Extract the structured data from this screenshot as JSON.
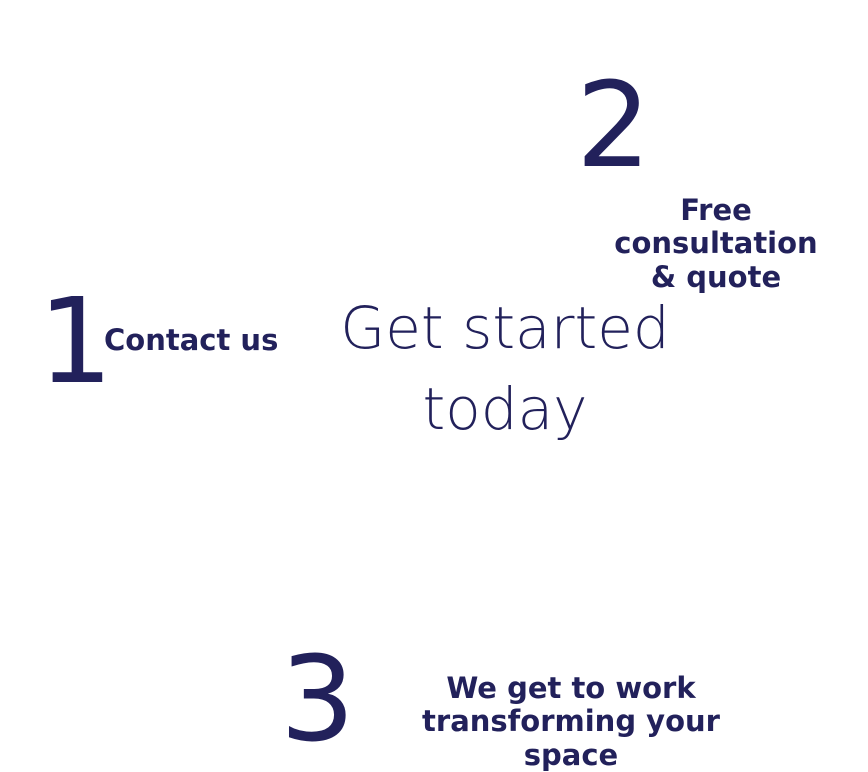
{
  "steps": [
    {
      "number": "1",
      "label_lines": [
        "Contact us"
      ]
    },
    {
      "number": "2",
      "label_lines": [
        "Free consultation",
        "& quote"
      ]
    },
    {
      "number": "3",
      "label_lines": [
        "We get to work",
        "transforming your space"
      ]
    }
  ],
  "hero": {
    "lines": [
      "Get started",
      "today"
    ]
  },
  "colors": {
    "text": "#22215b",
    "background": "#ffffff"
  }
}
